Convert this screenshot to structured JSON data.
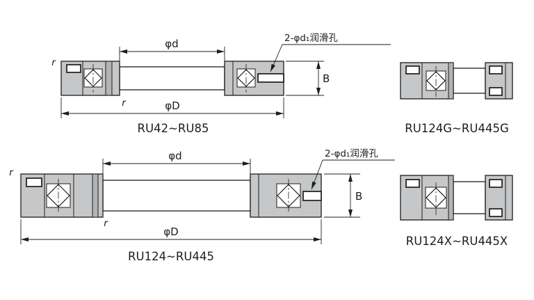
{
  "colors": {
    "line": "#1d1d1d",
    "ring_fill": "#c6c7c8",
    "ring_dark": "#b2b4b5",
    "background": "#ffffff"
  },
  "diagrams": {
    "ru42": {
      "label": "RU42~RU85",
      "dim_inner": "φd",
      "dim_outer": "φD",
      "dim_width": "B",
      "radius_outer": "r",
      "radius_inner": "r",
      "lube_hole_note": "2-φd₁润滑孔"
    },
    "ru124g": {
      "label": "RU124G~RU445G"
    },
    "ru124": {
      "label": "RU124~RU445",
      "dim_inner": "φd",
      "dim_outer": "φD",
      "dim_width": "B",
      "radius_outer": "r",
      "radius_inner": "r",
      "lube_hole_note": "2-φd₁润滑孔"
    },
    "ru124x": {
      "label": "RU124X~RU445X"
    }
  }
}
